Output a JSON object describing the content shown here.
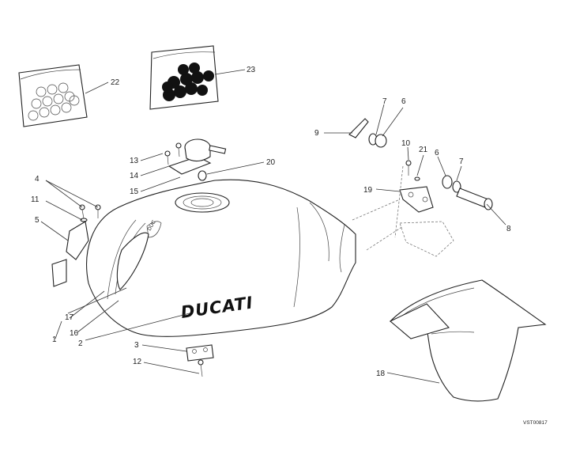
{
  "diagram": {
    "brand_text": "DUCATI",
    "reference_code": "VST00817",
    "callouts": [
      "1",
      "2",
      "3",
      "4",
      "5",
      "6",
      "6",
      "7",
      "7",
      "8",
      "9",
      "10",
      "11",
      "12",
      "13",
      "14",
      "15",
      "16",
      "17",
      "18",
      "19",
      "20",
      "21",
      "22",
      "23"
    ]
  }
}
